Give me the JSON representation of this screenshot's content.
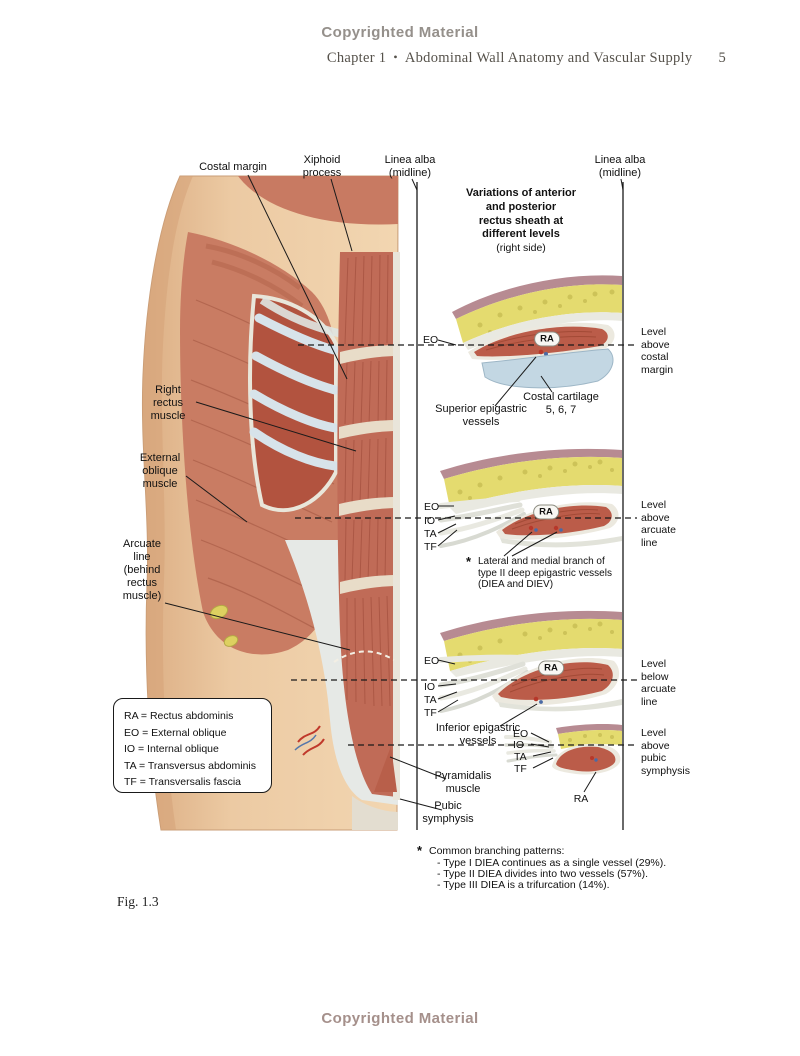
{
  "page": {
    "copyright_top": "Copyrighted Material",
    "copyright_bottom": "Copyrighted Material",
    "header": {
      "chapter": "Chapter 1",
      "separator": "•",
      "title": "Abdominal Wall Anatomy and Vascular Supply",
      "page_number": "5"
    },
    "fig_caption": "Fig. 1.3"
  },
  "anatomy_labels": {
    "costal_margin": "Costal margin",
    "xiphoid_process": "Xiphoid\nprocess",
    "linea_alba_left": "Linea alba\n(midline)",
    "linea_alba_right": "Linea alba\n(midline)",
    "right_rectus_muscle": "Right\nrectus\nmuscle",
    "external_oblique_muscle": "External\noblique\nmuscle",
    "arcuate_line": "Arcuate\nline\n(behind\nrectus\nmuscle)",
    "pyramidalis_muscle": "Pyramidalis\nmuscle",
    "pubic_symphysis": "Pubic\nsymphysis"
  },
  "legend": {
    "items": [
      "RA = Rectus abdominis",
      "EO = External oblique",
      "IO = Internal oblique",
      "TA = Transversus abdominis",
      "TF = Transversalis fascia"
    ]
  },
  "panel": {
    "title": "Variations of  anterior\nand posterior\nrectus sheath at\ndifferent levels",
    "title_sub": "(right side)",
    "section1": {
      "eo": "EO",
      "ra": "RA",
      "superior_vessels": "Superior epigastric\nvessels",
      "costal_cartilage": "Costal cartilage\n5, 6, 7",
      "level": "Level\nabove\ncostal\nmargin"
    },
    "section2": {
      "eo": "EO",
      "io": "IO",
      "ta": "TA",
      "tf": "TF",
      "ra": "RA",
      "star": "*",
      "branch_note": "Lateral and medial branch of\ntype II deep epigastric vessels\n(DIEA and DIEV)",
      "level": "Level\nabove\narcuate\nline"
    },
    "section3": {
      "eo": "EO",
      "io": "IO",
      "ta": "TA",
      "tf": "TF",
      "ra": "RA",
      "inferior_vessels": "Inferior epigastric\nvessels",
      "level": "Level\nbelow\narcuate\nline"
    },
    "section4": {
      "eo": "EO",
      "io": "IO",
      "ta": "TA",
      "tf": "TF",
      "ra": "RA",
      "level": "Level\nabove\npubic\nsymphysis"
    },
    "footnote": {
      "star": "*",
      "heading": "Common branching patterns:",
      "lines": [
        "- Type I DIEA continues as a single vessel (29%).",
        "- Type II DIEA divides into two vessels (57%).",
        "- Type III DIEA is a trifurcation (14%)."
      ]
    }
  },
  "colors": {
    "muscle_red": "#bb5c49",
    "fat_yellow": "#e4db6f",
    "cartilage_blue": "#c3d7e3",
    "skin": "#ecc9a1",
    "fascia_white": "#e9e9e1"
  }
}
